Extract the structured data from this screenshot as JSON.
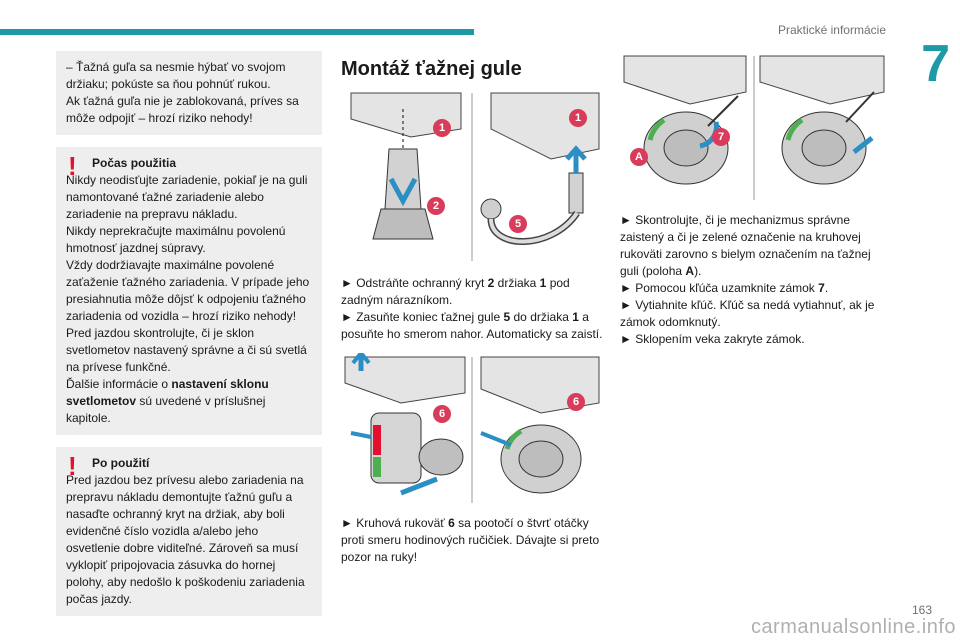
{
  "header": {
    "title": "Praktické informácie",
    "chapter": "7"
  },
  "left": {
    "box1": {
      "lines": [
        "– Ťažná guľa sa nesmie hýbať vo svojom držiaku; pokúste sa ňou pohnúť rukou.",
        "Ak ťažná guľa nie je zablokovaná, príves sa môže odpojiť – hrozí riziko nehody!"
      ]
    },
    "warn1": {
      "title": "Počas použitia",
      "body_pre": "Nikdy neodisťujte zariadenie, pokiaľ je na guli namontované ťažné zariadenie alebo zariadenie na prepravu nákladu.\nNikdy neprekračujte maximálnu povolenú hmotnosť jazdnej súpravy.\nVždy dodržiavajte maximálne povolené zaťaženie ťažného zariadenia. V prípade jeho presiahnutia môže dôjsť k odpojeniu ťažného zariadenia od vozidla – hrozí riziko nehody!\nPred jazdou skontrolujte, či je sklon svetlometov nastavený správne a či sú svetlá na prívese funkčné.\nĎalšie informácie o ",
      "body_bold": "nastavení sklonu svetlometov",
      "body_post": " sú uvedené v príslušnej kapitole."
    },
    "warn2": {
      "title": "Po použití",
      "body": "Pred jazdou bez prívesu alebo zariadenia na prepravu nákladu demontujte ťažnú guľu a nasaďte ochranný kryt na držiak, aby boli evidenčné číslo vozidla a/alebo jeho osvetlenie dobre viditeľné. Zároveň sa musí vyklopiť pripojovacia zásuvka do hornej polohy, aby nedošlo k poškodeniu zariadenia počas jazdy."
    }
  },
  "middle": {
    "heading": "Montáž ťažnej gule",
    "fig1": {
      "badges": [
        "1",
        "2",
        "1",
        "5"
      ]
    },
    "step1": {
      "bullet": "►",
      "p1_a": " Odstráňte ochranný kryt ",
      "p1_b": "2",
      "p1_c": " držiaka ",
      "p1_d": "1",
      "p1_e": " pod zadným nárazníkom.",
      "p2_a": " Zasuňte koniec ťažnej gule ",
      "p2_b": "5",
      "p2_c": " do držiaka ",
      "p2_d": "1",
      "p2_e": " a posuňte ho smerom nahor. Automaticky sa zaistí."
    },
    "fig2": {
      "badges": [
        "6",
        "6"
      ]
    },
    "step2": {
      "bullet": "►",
      "a": " Kruhová rukoväť ",
      "b": "6",
      "c": " sa pootočí o štvrť otáčky proti smeru hodinových ručičiek. Dávajte si preto pozor na ruky!"
    }
  },
  "right": {
    "fig3": {
      "badges": [
        "A",
        "7"
      ]
    },
    "bullets": [
      {
        "mark": "►",
        "a": " Skontrolujte, či je mechanizmus správne zaistený a či je zelené označenie na kruhovej rukoväti zarovno s bielym označením na ťažnej guli (poloha ",
        "b": "A",
        "c": ")."
      },
      {
        "mark": "►",
        "a": " Pomocou kľúča uzamknite zámok ",
        "b": "7",
        "c": "."
      },
      {
        "mark": "►",
        "a": " Vytiahnite kľúč.  Kľúč sa nedá vytiahnuť, ak je zámok odomknutý.",
        "b": "",
        "c": ""
      },
      {
        "mark": "►",
        "a": " Sklopením veka zakryte zámok.",
        "b": "",
        "c": ""
      }
    ]
  },
  "footer": {
    "page": "163",
    "watermark": "carmanualsonline.info"
  },
  "colors": {
    "accent": "#1e9aa6",
    "warning": "#e3112f",
    "badge": "#d93b5a",
    "arrow": "#2b8fc4",
    "box": "#eeeeee"
  }
}
